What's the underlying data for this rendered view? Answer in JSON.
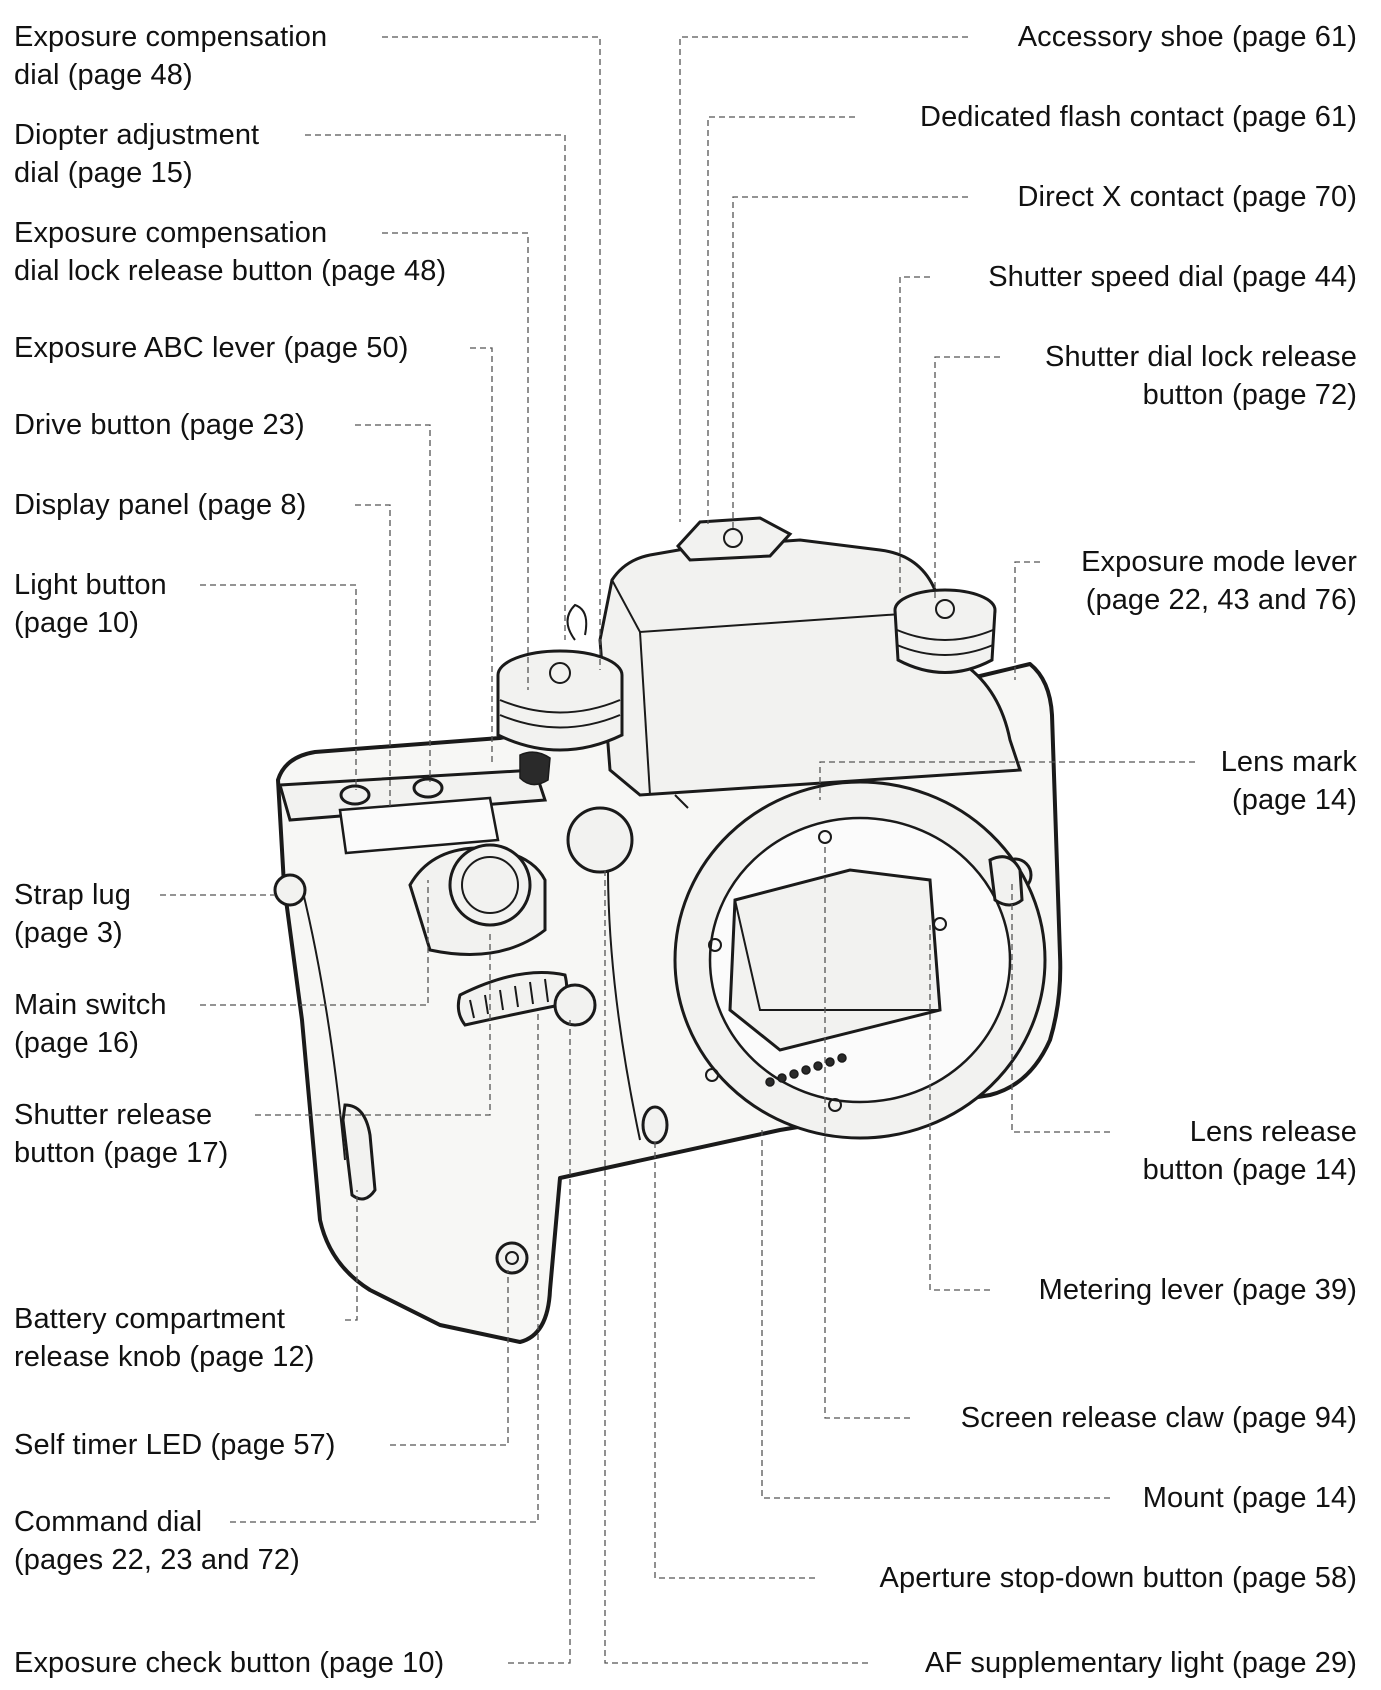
{
  "labels_left": [
    "Exposure compensation\ndial (page 48)",
    "Diopter adjustment\ndial (page 15)",
    "Exposure compensation\ndial lock release button (page 48)",
    "Exposure ABC lever (page 50)",
    "Drive button (page 23)",
    "Display panel (page 8)",
    "Light button\n(page 10)",
    "Strap lug\n(page 3)",
    "Main switch\n(page 16)",
    "Shutter release\nbutton (page 17)",
    "Battery compartment\nrelease knob (page 12)",
    "Self timer LED (page 57)",
    "Command dial\n(pages 22, 23 and 72)",
    "Exposure check button (page 10)"
  ],
  "labels_right": [
    "Accessory shoe (page 61)",
    "Dedicated flash contact (page 61)",
    "Direct X contact (page 70)",
    "Shutter speed dial (page 44)",
    "Shutter dial lock release\nbutton (page 72)",
    "Exposure mode lever\n(page 22, 43 and 76)",
    "Lens mark\n(page 14)",
    "Lens release\nbutton (page 14)",
    "Metering lever (page 39)",
    "Screen release claw (page 94)",
    "Mount (page 14)",
    "Aperture stop-down button (page 58)",
    "AF supplementary light (page 29)"
  ]
}
